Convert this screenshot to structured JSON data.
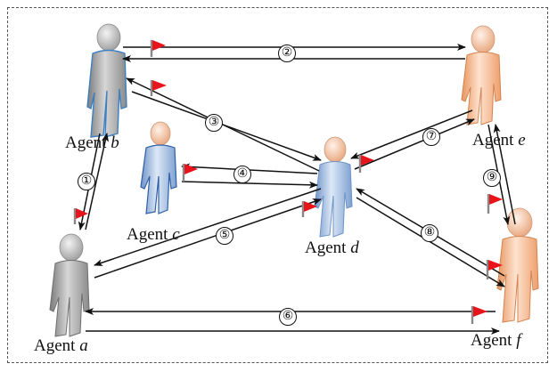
{
  "agents": {
    "a": {
      "prefix": "Agent ",
      "letter": "a",
      "color": "#9a9a9a"
    },
    "b": {
      "prefix": "Agent ",
      "letter": "b",
      "color": "#a8a8a8"
    },
    "c": {
      "prefix": "Agent ",
      "letter": "c",
      "color": "#8fb0dc"
    },
    "d": {
      "prefix": "Agent ",
      "letter": "d",
      "color": "#a9c3e6"
    },
    "e": {
      "prefix": "Agent ",
      "letter": "e",
      "color": "#f2b48a"
    },
    "f": {
      "prefix": "Agent ",
      "letter": "f",
      "color": "#f2b48a"
    }
  },
  "links": [
    {
      "id": "1",
      "label": "①"
    },
    {
      "id": "2",
      "label": "②"
    },
    {
      "id": "3",
      "label": "③"
    },
    {
      "id": "4",
      "label": "④"
    },
    {
      "id": "5",
      "label": "⑤"
    },
    {
      "id": "6",
      "label": "⑥"
    },
    {
      "id": "7",
      "label": "⑦"
    },
    {
      "id": "8",
      "label": "⑧"
    },
    {
      "id": "9",
      "label": "⑨"
    }
  ],
  "colors": {
    "arrow": "#111111",
    "flag": "#e8141c",
    "flagpole": "#888888",
    "frame": "#555555"
  }
}
